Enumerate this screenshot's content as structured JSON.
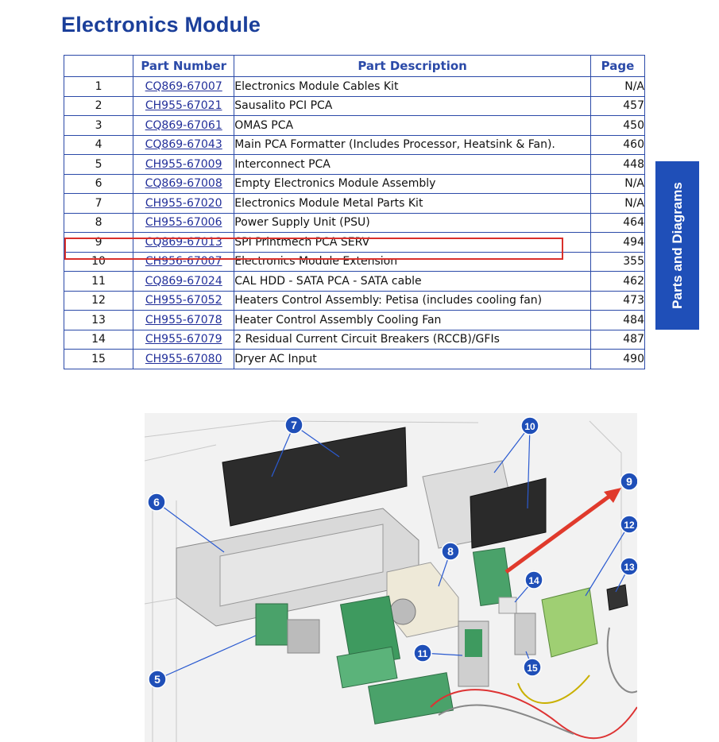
{
  "page_title": "Electronics Module",
  "side_tab": "Parts and Diagrams",
  "table": {
    "headers": [
      "",
      "Part Number",
      "Part Description",
      "Page"
    ],
    "rows": [
      {
        "num": "1",
        "part": "CQ869-67007",
        "desc": "Electronics Module Cables Kit",
        "page": "N/A"
      },
      {
        "num": "2",
        "part": "CH955-67021",
        "desc": "Sausalito PCI PCA",
        "page": "457"
      },
      {
        "num": "3",
        "part": "CQ869-67061",
        "desc": "OMAS PCA",
        "page": "450"
      },
      {
        "num": "4",
        "part": "CQ869-67043",
        "desc": "Main PCA Formatter (Includes Processor, Heatsink & Fan).",
        "page": "460"
      },
      {
        "num": "5",
        "part": "CH955-67009",
        "desc": "Interconnect PCA",
        "page": "448"
      },
      {
        "num": "6",
        "part": "CQ869-67008",
        "desc": "Empty Electronics Module Assembly",
        "page": "N/A"
      },
      {
        "num": "7",
        "part": "CH955-67020",
        "desc": "Electronics Module Metal Parts Kit",
        "page": "N/A"
      },
      {
        "num": "8",
        "part": "CH955-67006",
        "desc": "Power Supply Unit (PSU)",
        "page": "464"
      },
      {
        "num": "9",
        "part": "CQ869-67013",
        "desc": "SPI Printmech PCA SERV",
        "page": "494"
      },
      {
        "num": "10",
        "part": "CH956-67007",
        "desc": "Electronics Module Extension",
        "page": "355"
      },
      {
        "num": "11",
        "part": "CQ869-67024",
        "desc": "CAL HDD - SATA PCA - SATA cable",
        "page": "462"
      },
      {
        "num": "12",
        "part": "CH955-67052",
        "desc": "Heaters Control Assembly: Petisa (includes cooling fan)",
        "page": "473"
      },
      {
        "num": "13",
        "part": "CH955-67078",
        "desc": "Heater Control Assembly Cooling Fan",
        "page": "484"
      },
      {
        "num": "14",
        "part": "CH955-67079",
        "desc": "2 Residual Current Circuit Breakers (RCCB)/GFIs",
        "page": "487"
      },
      {
        "num": "15",
        "part": "CH955-67080",
        "desc": "Dryer AC Input",
        "page": "490"
      }
    ]
  },
  "diagram": {
    "callouts": [
      "7",
      "10",
      "9",
      "6",
      "8",
      "12",
      "14",
      "13",
      "11",
      "15",
      "5"
    ],
    "colors": {
      "callout": "#1f4fb8",
      "arrow": "#e03a2c",
      "highlight": "#d9302b"
    }
  }
}
